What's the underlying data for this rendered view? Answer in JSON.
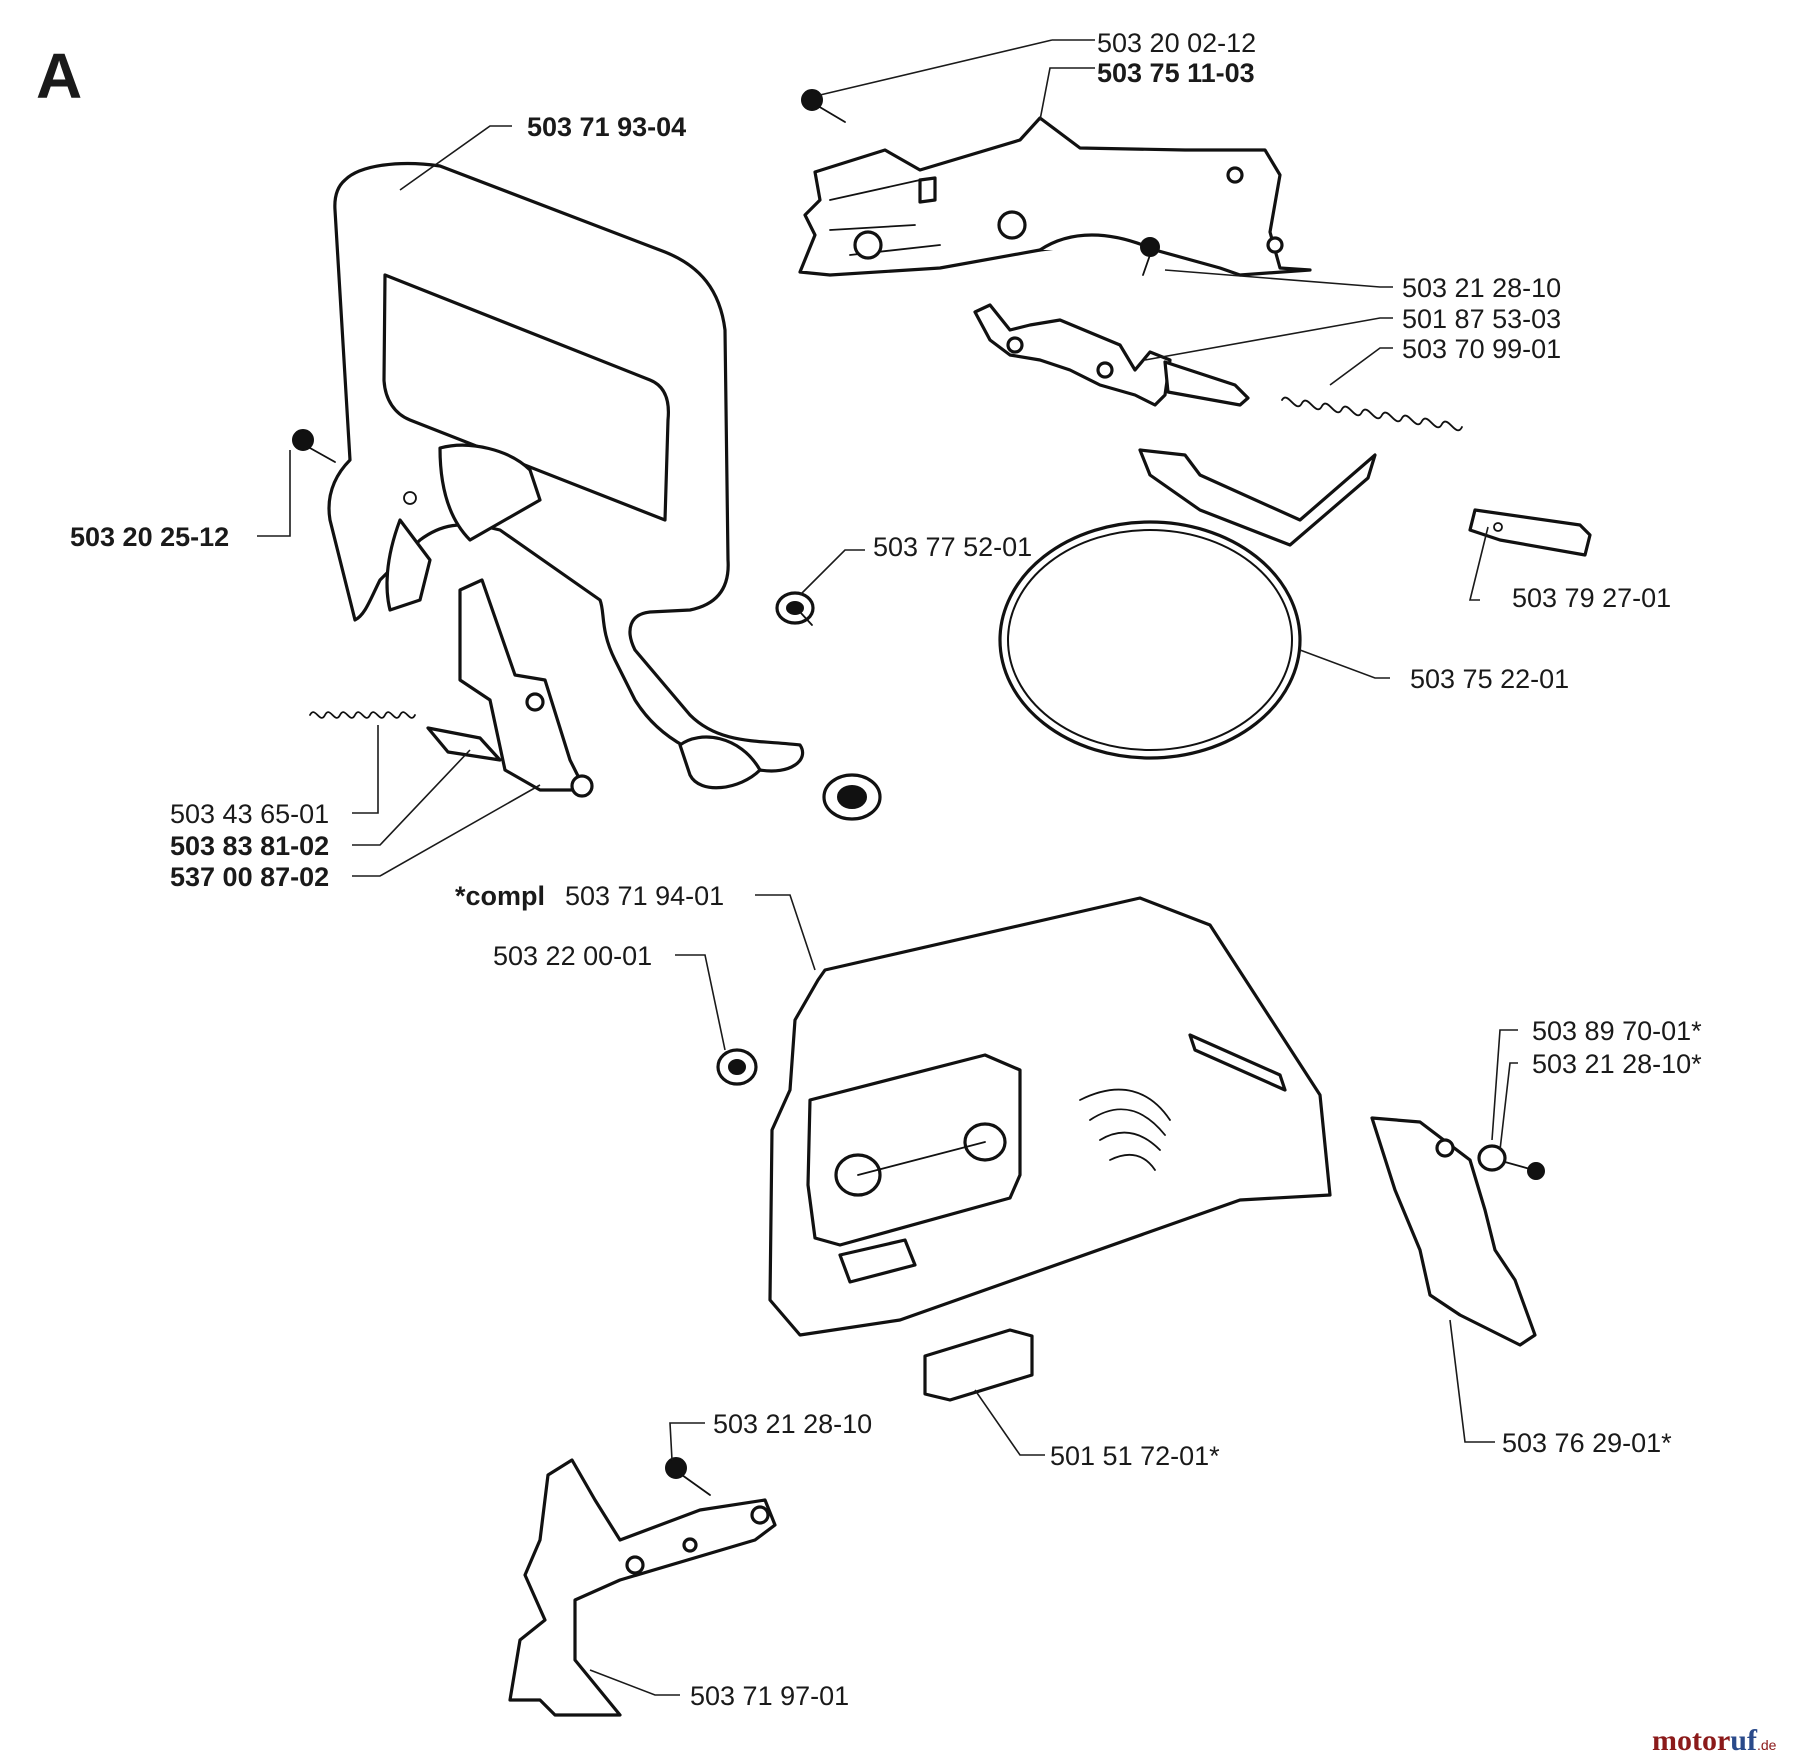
{
  "section_letter": "A",
  "labels": {
    "p01": "503 20 02-12",
    "p02": "503 75 11-03",
    "p03": "503 71 93-04",
    "p04": "503 21 28-10",
    "p05": "501 87 53-03",
    "p06": "503 70 99-01",
    "p07": "503 20 25-12",
    "p08": "503 77 52-01",
    "p09": "503 79 27-01",
    "p10": "503 75 22-01",
    "p11": "503 43 65-01",
    "p12": "503 83 81-02",
    "p13": "537 00 87-02",
    "p14_prefix": "*compl",
    "p14": "503 71 94-01",
    "p15": "503 22 00-01",
    "p16": "503 89 70-01*",
    "p17": "503 21 28-10*",
    "p18": "503 21 28-10",
    "p19": "501 51 72-01*",
    "p20": "503 76 29-01*",
    "p21": "503 71 97-01"
  },
  "watermark": {
    "motor": "motor",
    "uf": "uf",
    "suffix": ".de"
  }
}
